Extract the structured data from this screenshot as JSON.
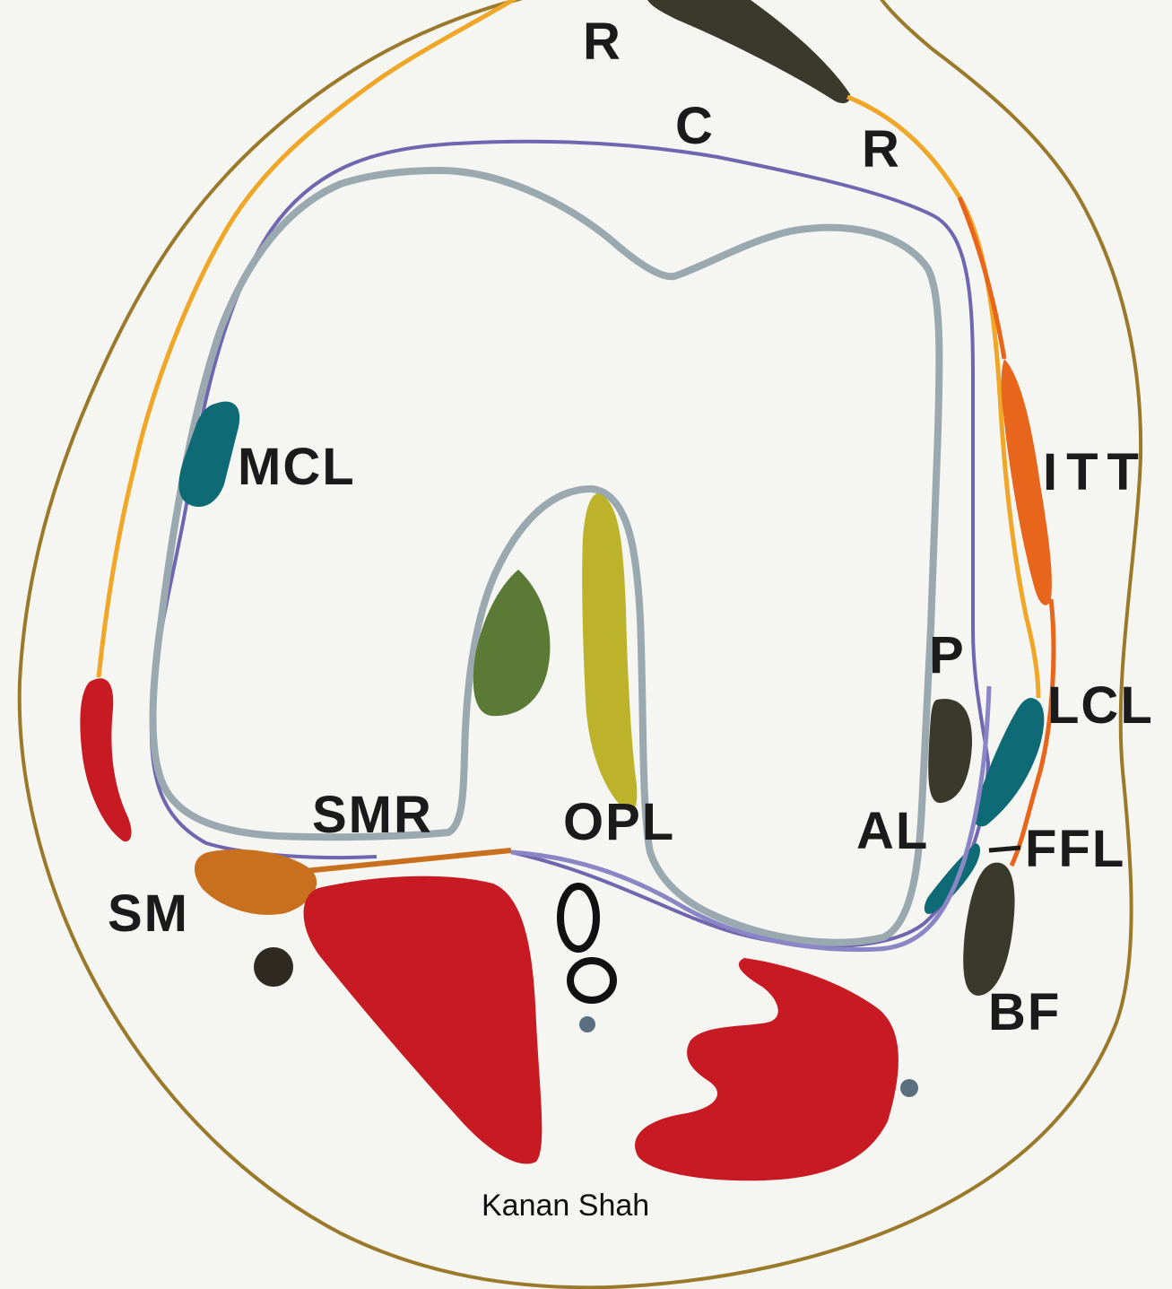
{
  "labels": {
    "r_top": "R",
    "c": "C",
    "r_right": "R",
    "mcl": "MCL",
    "itt": "ITT",
    "p": "P",
    "lcl": "LCL",
    "smr": "SMR",
    "opl": "OPL",
    "al": "AL",
    "ffl": "FFL",
    "sm": "SM",
    "bf": "BF"
  },
  "credit": "Kanan Shah",
  "colors": {
    "background": "#f5f5f1",
    "skin_outline": "#9a7a2a",
    "retinaculum": "#f0a626",
    "capsule": "#6f66b0",
    "bone_outline": "#9aa8b0",
    "ligament_teal": "#0e6b76",
    "muscle_red": "#c81a22",
    "itt_orange": "#e8651c",
    "tendon_dark": "#3a3a2c",
    "sm_tendon": "#c9701f",
    "green": "#5a7a35",
    "olive_yellow": "#bdb32a",
    "label_text": "#1b1b1b"
  }
}
